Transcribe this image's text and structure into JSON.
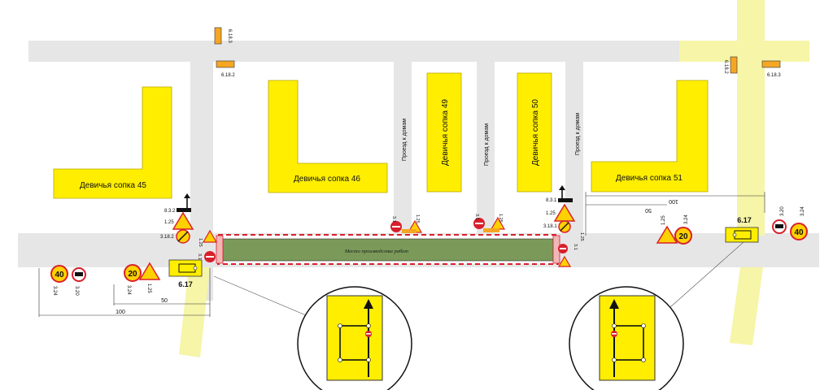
{
  "buildings": {
    "b45": "Девичья сопка 45",
    "b46": "Девичья сопка 46",
    "b49": "Девичья сопка 49",
    "b50": "Девичья сопка 50",
    "b51": "Девичья сопка 51"
  },
  "passages": {
    "p1": "Проезд к домам",
    "p2": "Проезд к домам",
    "p3": "Проезд к домам"
  },
  "work_zone_label": "Место производства работ",
  "signs": {
    "speed_limit": "40",
    "speed_limit_work": "20",
    "detour_sign": "6.17",
    "codes": {
      "s_6_18_3_top": "6.18.3",
      "s_6_18_2_top": "6.18.2",
      "s_6_18_2_right": "6.18.2",
      "s_6_18_3_right": "6.18.3",
      "s_8_3_2": "8.3.2",
      "s_1_25_left": "1.25",
      "s_3_18_2": "3.18.2",
      "s_1_25_zone_left": "1.25",
      "s_3_1_zone_left": "3.1",
      "s_3_1_mid1": "3.1",
      "s_1_25_mid1": "1.25",
      "s_3_1_mid2": "3.1",
      "s_1_25_mid2": "1.25",
      "s_8_3_1": "8.3.1",
      "s_1_25_right": "1.25",
      "s_3_18_1": "3.18.1",
      "s_3_1_zone_right": "3.1",
      "s_1_25_zone_right": "1.25",
      "s_1_25_east": "1.25",
      "s_3_24_east": "3.24",
      "s_3_20_east": "3.20",
      "s_3_24_far_east": "3.24",
      "s_3_24_west": "3.24",
      "s_3_20_west": "3.20",
      "s_3_24_west2": "3.24",
      "s_1_25_west": "1.25"
    }
  },
  "distances": {
    "west_100": "100",
    "west_50": "50",
    "east_100": "100",
    "east_50": "50"
  },
  "colors": {
    "road": "#e6e6e6",
    "building": "#ffee00",
    "detour": "#f6f5a8",
    "work_zone": "#7b9a5a",
    "barrier_red": "#d8202c"
  }
}
